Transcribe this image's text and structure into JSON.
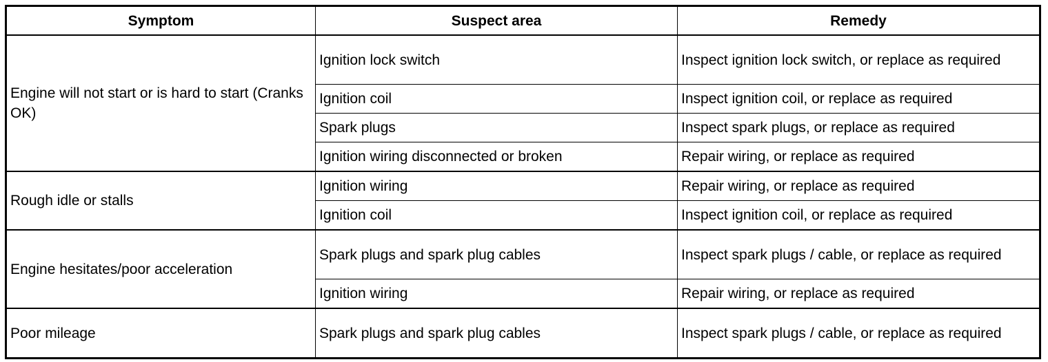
{
  "headers": {
    "symptom": "Symptom",
    "suspect_area": "Suspect area",
    "remedy": "Remedy"
  },
  "groups": [
    {
      "symptom": "Engine will not start or is hard to start (Cranks OK)",
      "rows": [
        {
          "suspect": "Ignition lock switch",
          "remedy": "Inspect ignition lock switch, or replace as required"
        },
        {
          "suspect": "Ignition coil",
          "remedy": "Inspect ignition coil, or replace as required"
        },
        {
          "suspect": "Spark plugs",
          "remedy": "Inspect spark plugs, or replace as required"
        },
        {
          "suspect": "Ignition wiring disconnected or broken",
          "remedy": "Repair wiring, or replace as required"
        }
      ]
    },
    {
      "symptom": "Rough idle or stalls",
      "rows": [
        {
          "suspect": "Ignition wiring",
          "remedy": "Repair wiring, or replace as required"
        },
        {
          "suspect": "Ignition coil",
          "remedy": "Inspect ignition coil, or replace as required"
        }
      ]
    },
    {
      "symptom": "Engine hesitates/poor acceleration",
      "rows": [
        {
          "suspect": "Spark plugs and spark plug cables",
          "remedy": "Inspect spark plugs / cable, or replace as required"
        },
        {
          "suspect": "Ignition wiring",
          "remedy": "Repair wiring, or replace as required"
        }
      ]
    },
    {
      "symptom": "Poor mileage",
      "rows": [
        {
          "suspect": "Spark plugs and spark plug cables",
          "remedy": "Inspect spark plugs / cable, or replace as required"
        }
      ]
    }
  ]
}
